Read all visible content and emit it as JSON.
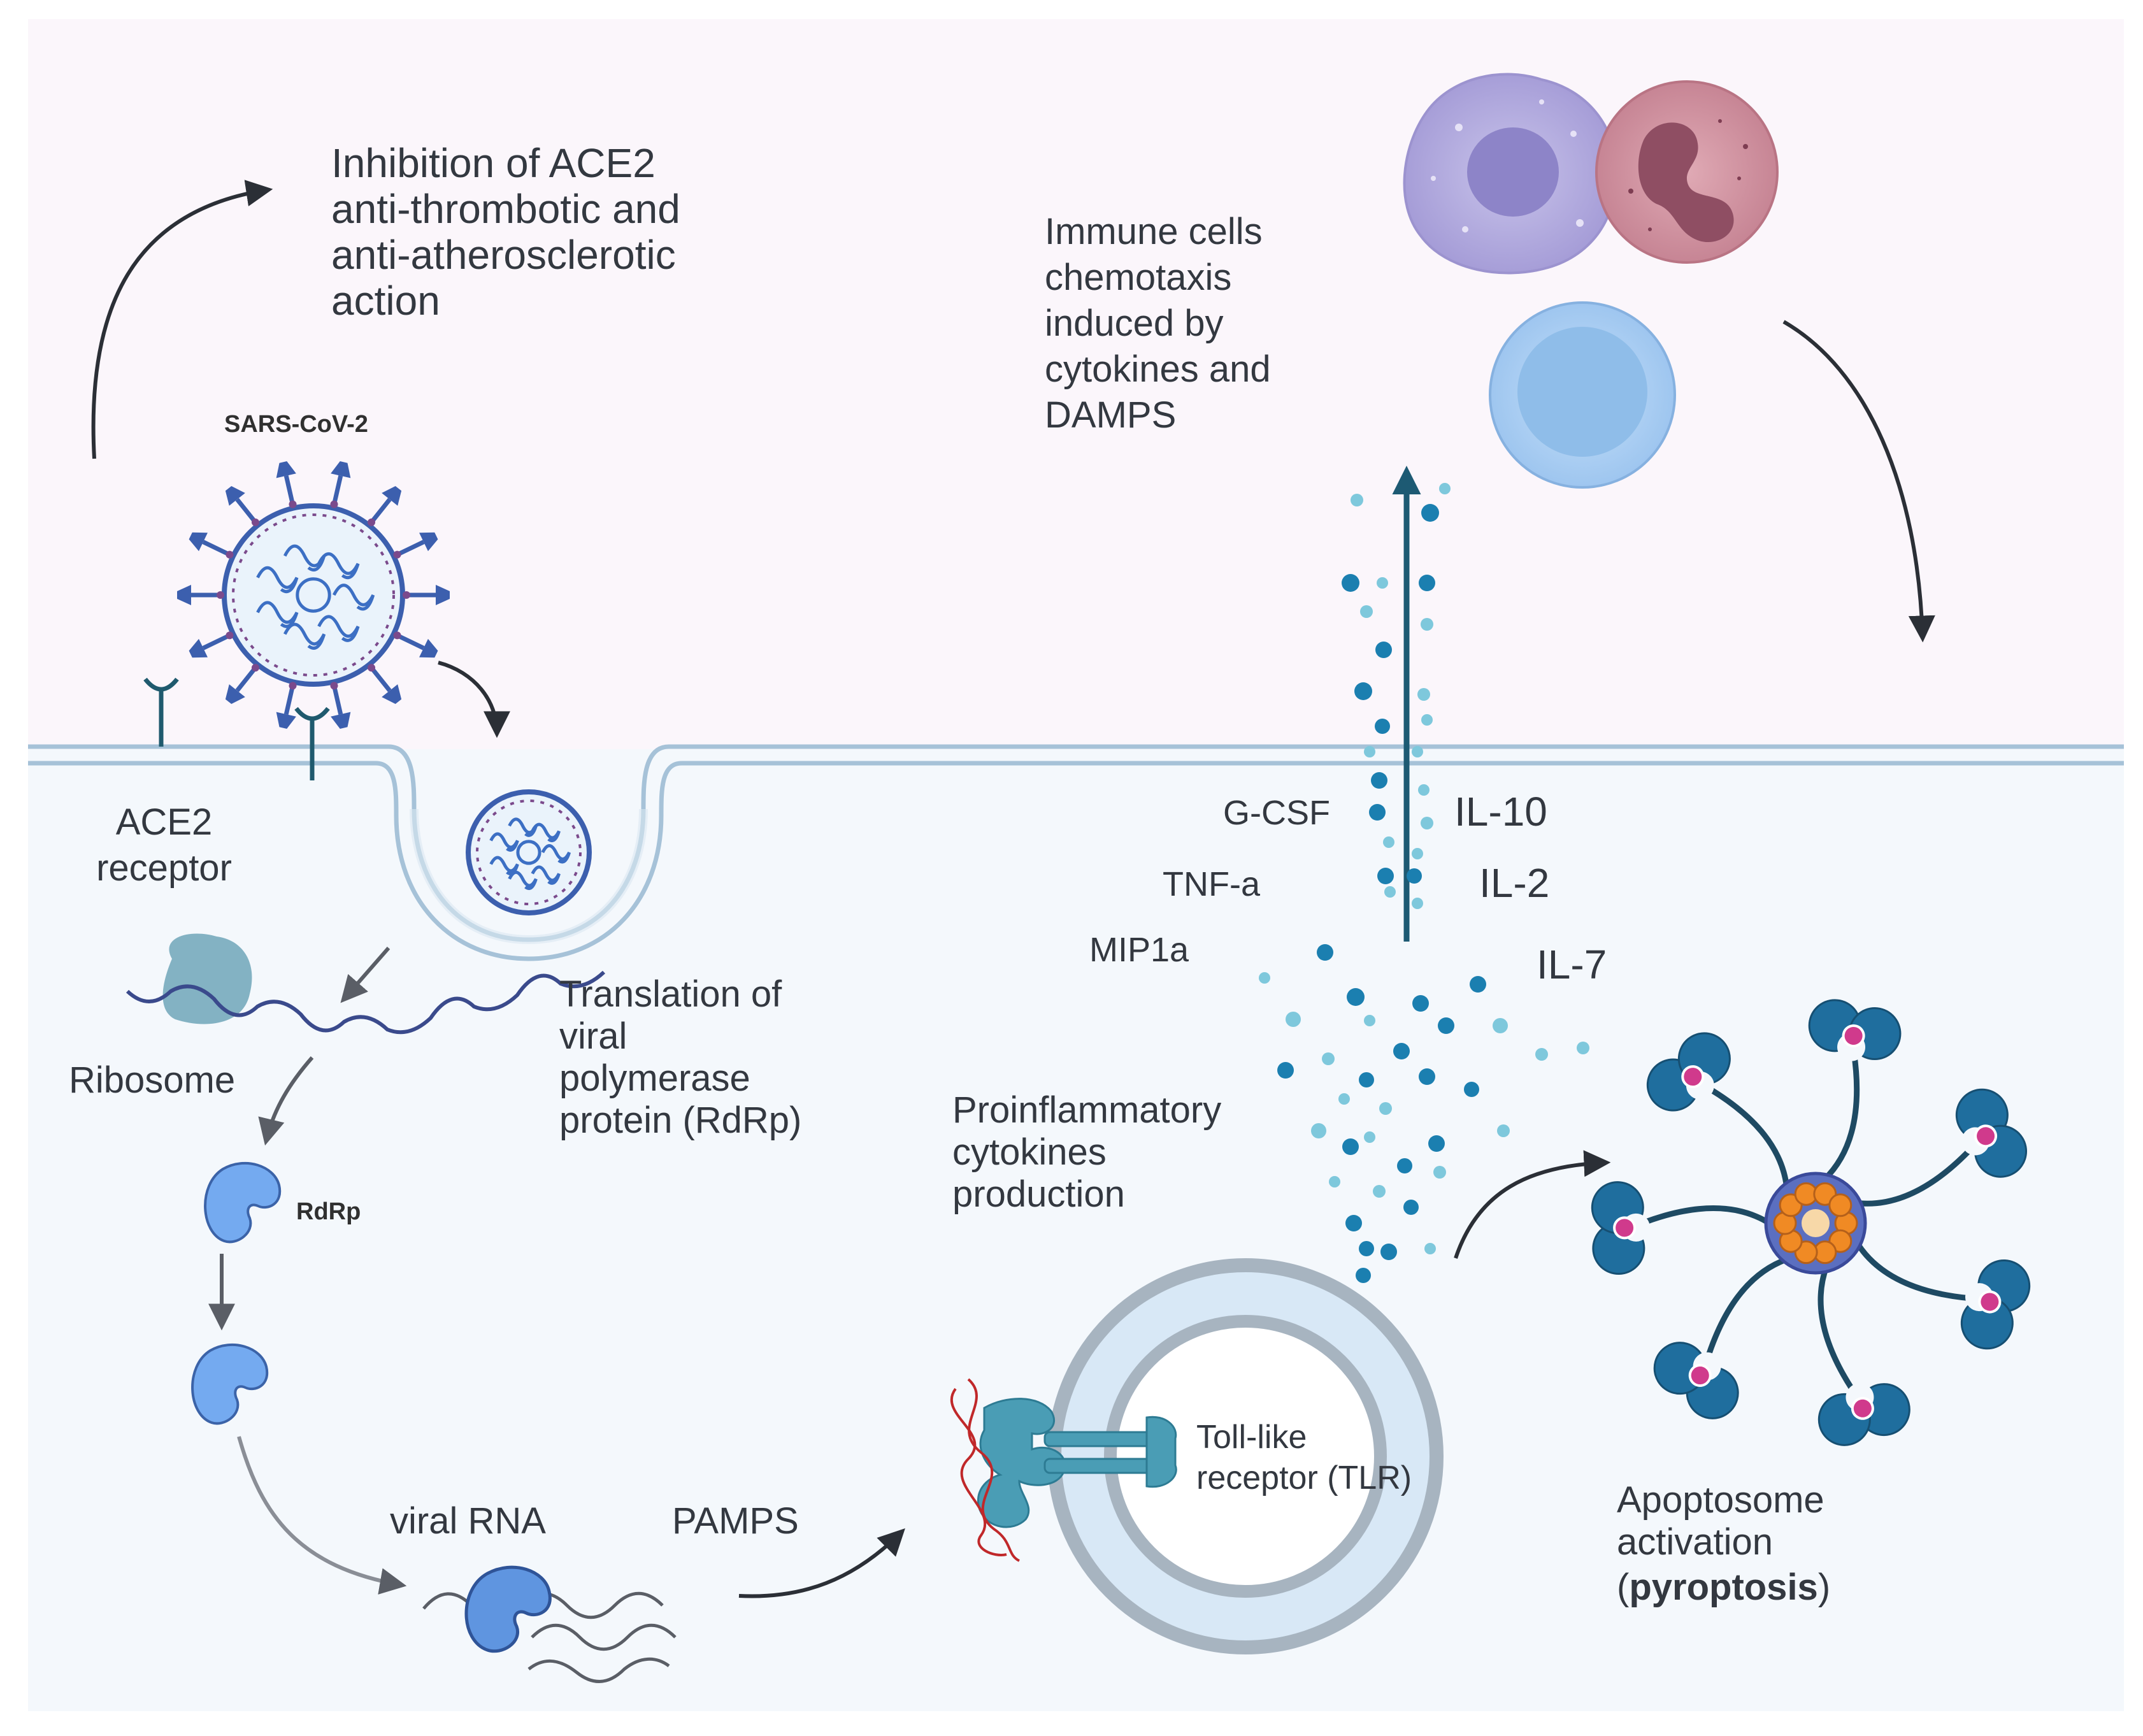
{
  "labels": {
    "inhibition": "Inhibition of ACE2\nanti-thrombotic and\nanti-atherosclerotic\naction",
    "sars": "SARS-CoV-2",
    "ace2_receptor": "ACE2\nreceptor",
    "ribosome": "Ribosome",
    "translation": "Translation of\nviral\npolymerase\nprotein (RdRp)",
    "rdrp": "RdRp",
    "viral_rna": "viral RNA",
    "pamps": "PAMPS",
    "immune": "Immune cells\nchemotaxis\ninduced by\ncytokines and\nDAMPS",
    "gcsf": "G-CSF",
    "il10": "IL-10",
    "tnfa": "TNF-a",
    "il2": "IL-2",
    "mip1a": "MIP1a",
    "il7": "IL-7",
    "proinflammatory": "Proinflammatory\ncytokines\nproduction",
    "tlr": "Toll-like\nreceptor (TLR)",
    "apoptosome": "Apoptosome\nactivation",
    "pyroptosis_open": "(",
    "pyroptosis": "pyroptosis",
    "pyroptosis_close": ")"
  },
  "colors": {
    "outside_bg": "#fbf6fb",
    "inside_bg": "#f4f8fc",
    "membrane": "#a9c4d9",
    "virus_blue": "#3c5fae",
    "virus_purple": "#7b4a8c",
    "cytokine_dark": "#1b7fb0",
    "cytokine_light": "#7ec8dc",
    "arrow_teal": "#1d5a73",
    "macrophage": "#b4aee0",
    "neutrophil": "#c98a98",
    "lymphocyte": "#a9cdf2",
    "rdrp_blue": "#6ea6ec",
    "apaf_blue": "#1f6e9e",
    "pink_dot": "#d03a8c",
    "orange": "#f08a24"
  }
}
